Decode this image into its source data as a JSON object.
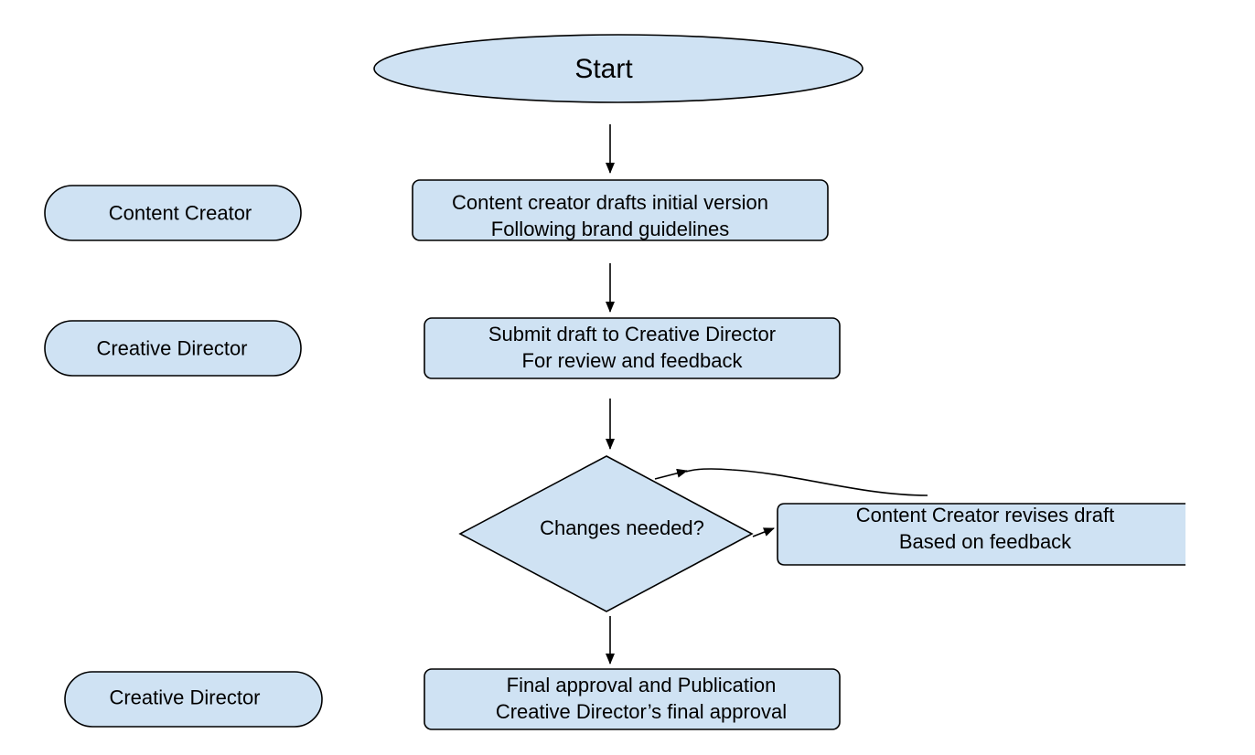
{
  "diagram": {
    "start": {
      "label": "Start"
    },
    "roles": {
      "role1": "Content Creator",
      "role2": "Creative Director",
      "role3": "Creative Director"
    },
    "steps": {
      "draft": {
        "line1": "Content creator drafts initial version",
        "line2": "Following brand guidelines"
      },
      "submit": {
        "line1": "Submit draft to Creative Director",
        "line2": "For review and feedback"
      },
      "decision": {
        "label": "Changes needed?"
      },
      "revise": {
        "line1": "Content Creator revises draft",
        "line2": "Based on feedback"
      },
      "final": {
        "line1": "Final approval and Publication",
        "line2": "Creative Director’s final approval"
      }
    },
    "colors": {
      "fill": "#cfe2f3",
      "stroke": "#000000",
      "text": "#000000"
    }
  }
}
